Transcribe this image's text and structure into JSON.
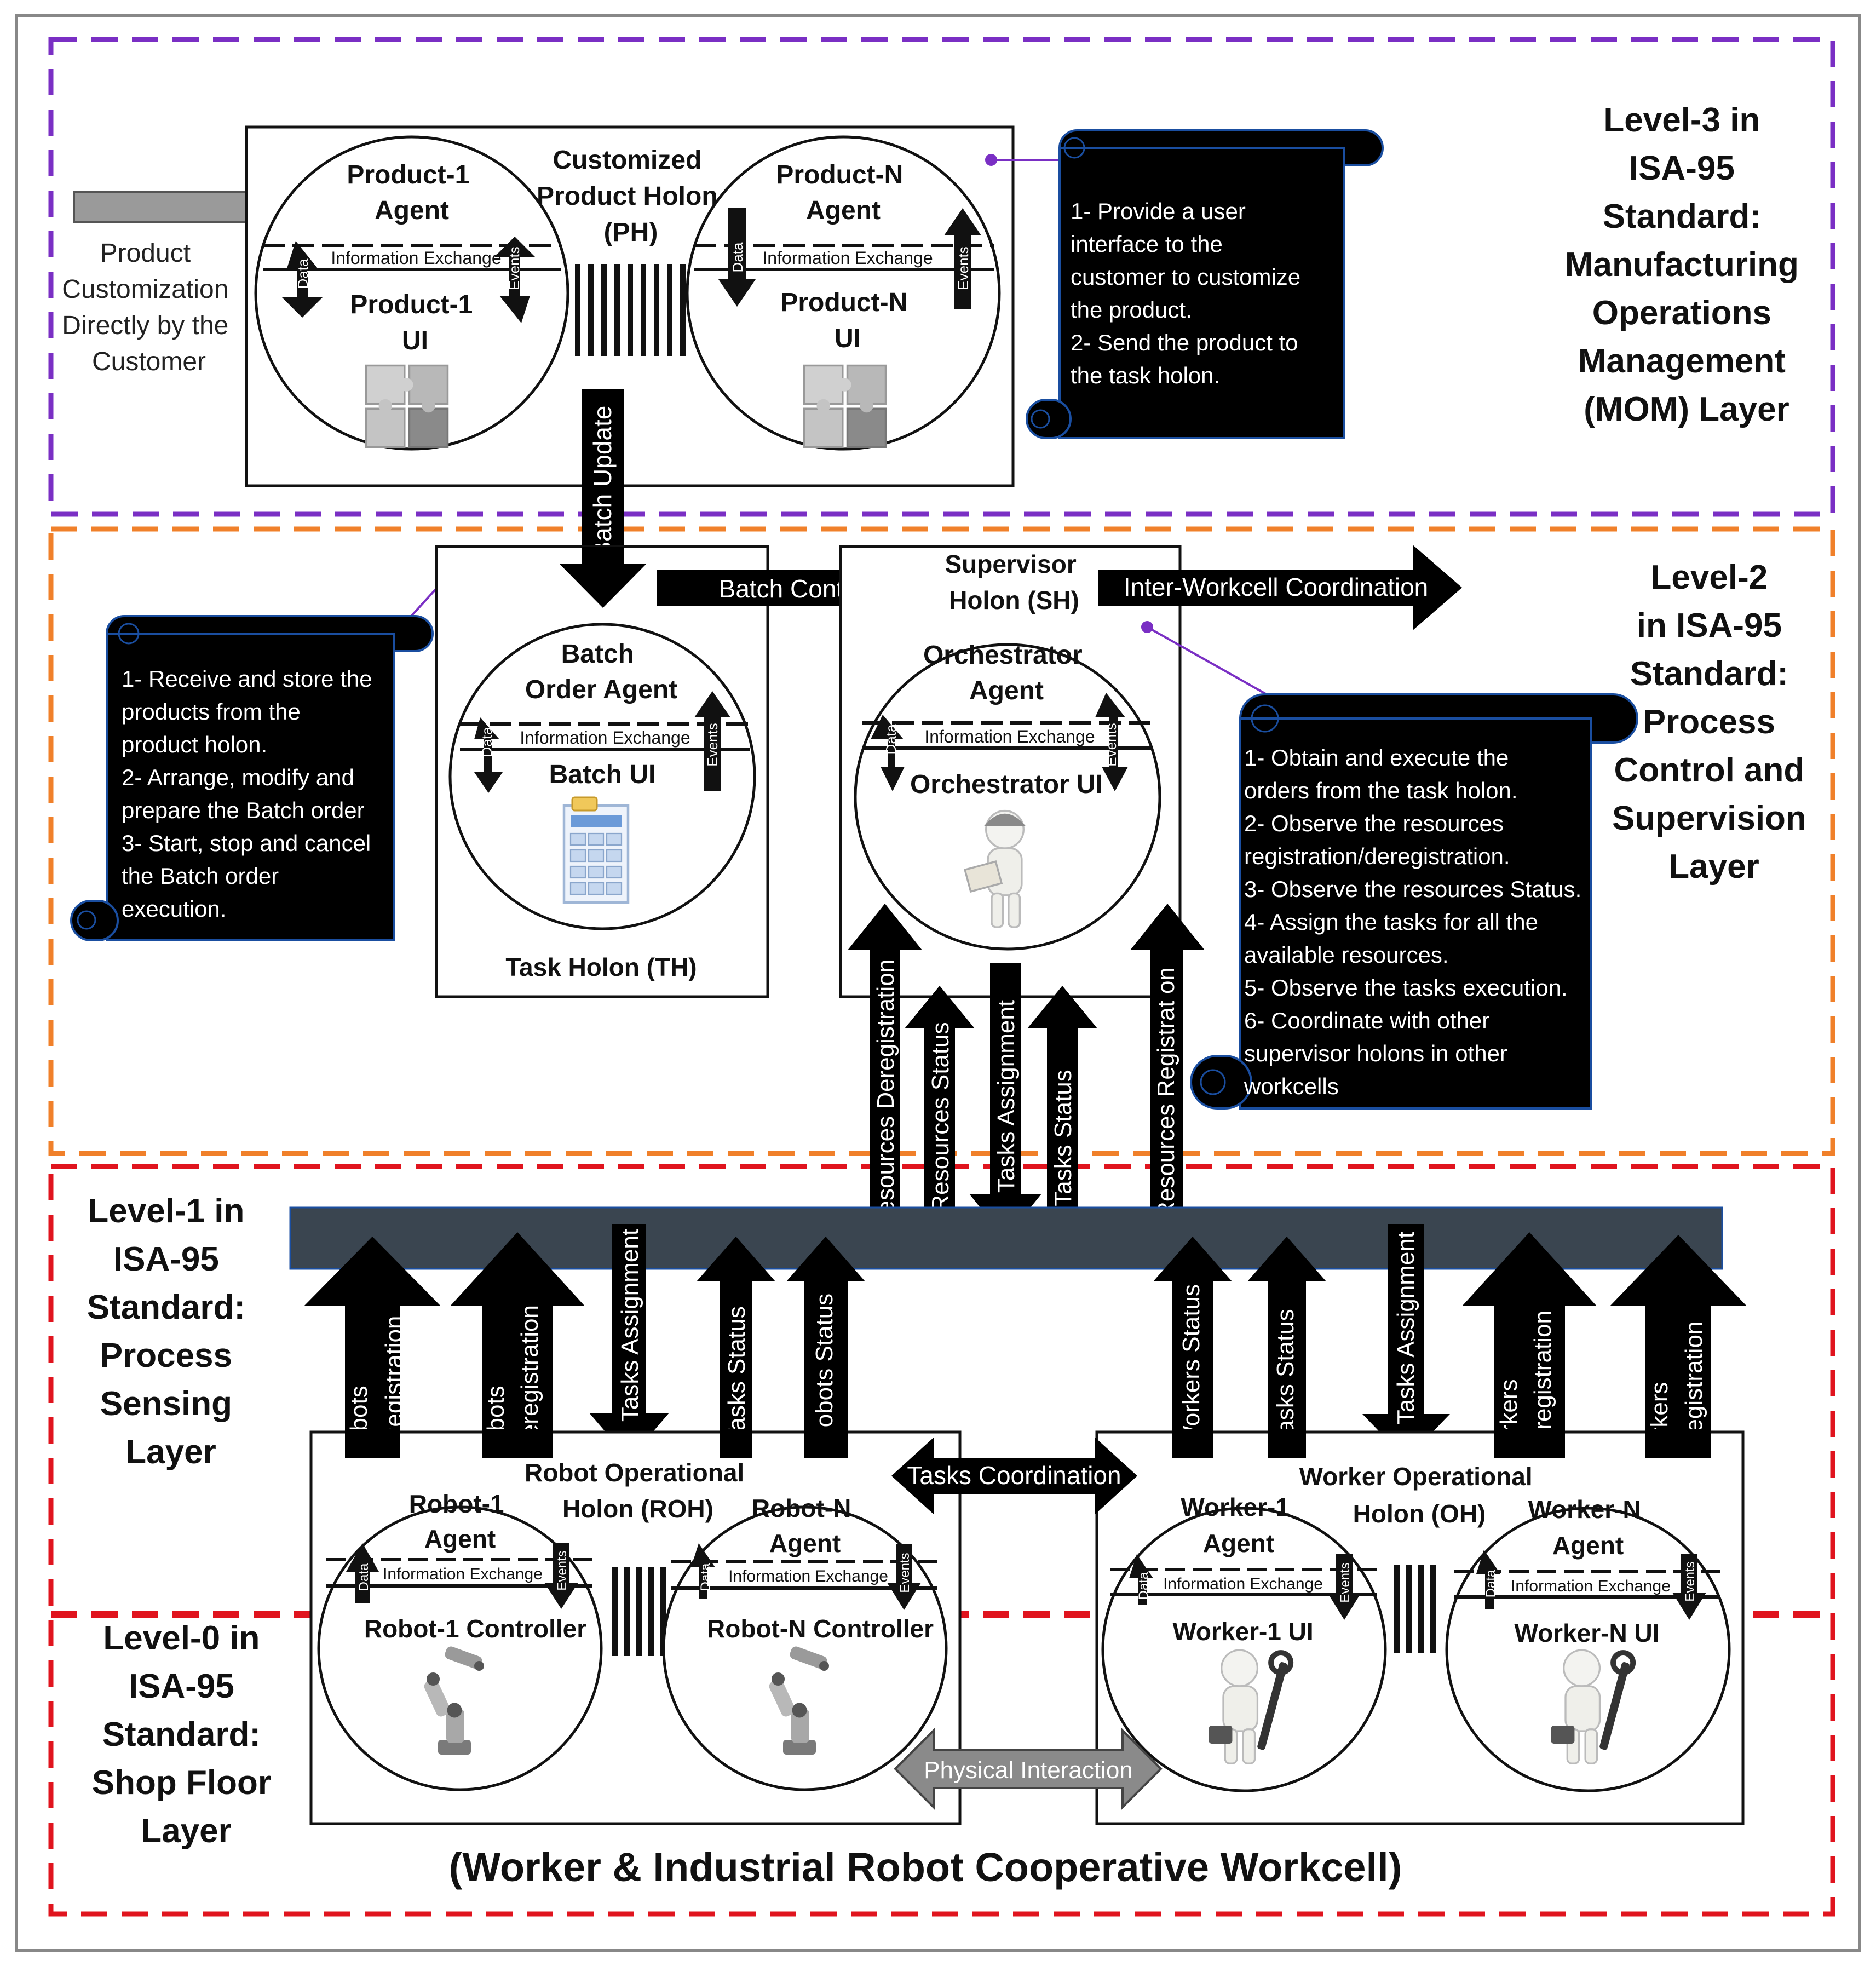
{
  "colors": {
    "level3": "#7a2fc4",
    "level2": "#f0802a",
    "level1": "#e0141e",
    "level0": "#e0141e",
    "bus": "#3a4550",
    "callout": "#000000",
    "callout_border": "#1a4ea0",
    "connector": "#7a2fc4"
  },
  "layers": {
    "level3": "Level-3 in ISA-95 Standard: Manufacturing Operations Management (MOM) Layer",
    "level3_lines": [
      "Level-3 in",
      "ISA-95",
      "Standard:",
      "Manufacturing",
      "Operations",
      "Management",
      "(MOM) Layer"
    ],
    "level2_lines": [
      "Level-2",
      "in ISA-95",
      "Standard:",
      "Process",
      "Control and",
      "Supervision",
      "Layer"
    ],
    "level1_lines": [
      "Level-1 in",
      "ISA-95",
      "Standard:",
      "Process",
      "Sensing",
      "Layer"
    ],
    "level0_lines": [
      "Level-0 in",
      "ISA-95",
      "Standard:",
      "Shop Floor",
      "Layer"
    ]
  },
  "product_customization": [
    "Product",
    "Customization",
    "Directly by the",
    "Customer"
  ],
  "product_holon": {
    "title_lines": [
      "Customized",
      "Product Holon",
      "(PH)"
    ],
    "product1": {
      "agent": [
        "Product-1",
        "Agent"
      ],
      "ui": [
        "Product-1",
        "UI"
      ]
    },
    "productN": {
      "agent": [
        "Product-N",
        "Agent"
      ],
      "ui": [
        "Product-N",
        "UI"
      ]
    }
  },
  "common": {
    "info_exchange": "Information Exchange",
    "data": "Data",
    "events": "Events"
  },
  "callouts": {
    "ph": [
      "1- Provide a user",
      "interface to the",
      "customer to customize",
      "the product.",
      "2- Send the product to",
      "the task holon."
    ],
    "th": [
      "1- Receive and store the",
      "products from the",
      "product holon.",
      "2- Arrange, modify and",
      "prepare the Batch order",
      "3- Start, stop and cancel",
      "the Batch order",
      "execution."
    ],
    "sh": [
      "1- Obtain and execute the",
      "orders from the task holon.",
      "2- Observe the resources",
      "registration/deregistration.",
      "3- Observe the resources Status.",
      "4- Assign the tasks for all the",
      "available resources.",
      "5- Observe the tasks execution.",
      "6- Coordinate with other",
      "supervisor holons in other",
      "workcells"
    ]
  },
  "task_holon": {
    "agent": [
      "Batch",
      "Order Agent"
    ],
    "ui": "Batch UI",
    "title": "Task Holon (TH)"
  },
  "supervisor_holon": {
    "title": [
      "Supervisor",
      "Holon (SH)"
    ],
    "agent": [
      "Orchestrator",
      "Agent"
    ],
    "ui": "Orchestrator UI"
  },
  "arrows": {
    "batch_update": "Batch Update",
    "batch_control": "Batch Control",
    "inter_workcell": "Inter-Workcell Coordination",
    "resources_deregistration": "Resources Deregistration",
    "resources_status": "Resources Status",
    "tasks_assignment": "Tasks Assignment",
    "tasks_status": "Tasks Status",
    "resources_registration": "Resources Registrat on",
    "robots_registration": [
      "Robots",
      "Registration"
    ],
    "robots_deregistration": [
      "Robots",
      "Deregistration"
    ],
    "robot_tasks_assignment": "Tasks Assignment",
    "robot_tasks_status": "Tasks Status",
    "robots_status": "Robots Status",
    "workers_status": "Workers Status",
    "worker_tasks_status": "Tasks Status",
    "worker_tasks_assignment": "Tasks Assignment",
    "workers_deregistration": [
      "Workers",
      "Deregistration"
    ],
    "workers_registration": [
      "Workers",
      "Registration"
    ],
    "tasks_coordination": "Tasks Coordination",
    "physical_interaction": "Physical Interaction"
  },
  "robot_holon": {
    "title": [
      "Robot Operational",
      "Holon (ROH)"
    ],
    "robot1": {
      "agent": [
        "Robot-1",
        "Agent"
      ],
      "controller": "Robot-1 Controller"
    },
    "robotN": {
      "agent": [
        "Robot-N",
        "Agent"
      ],
      "controller": "Robot-N Controller"
    }
  },
  "worker_holon": {
    "title": [
      "Worker Operational",
      "Holon (OH)"
    ],
    "worker1": {
      "agent": [
        "Worker-1",
        "Agent"
      ],
      "ui": "Worker-1 UI"
    },
    "workerN": {
      "agent": [
        "Worker-N",
        "Agent"
      ],
      "ui": "Worker-N UI"
    }
  },
  "workcell_title": "(Worker & Industrial Robot Cooperative Workcell)"
}
